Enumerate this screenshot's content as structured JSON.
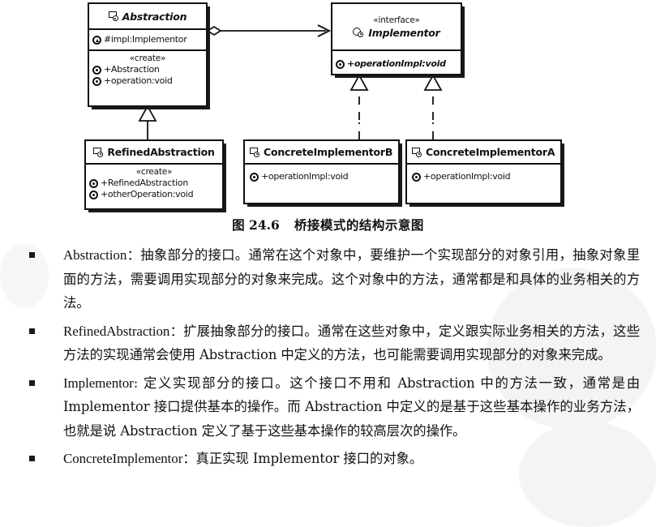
{
  "figure": {
    "caption_label": "图 24.6",
    "caption_text": "桥接模式的结构示意图"
  },
  "diagram": {
    "type": "uml-class-diagram",
    "classes": [
      {
        "id": "abstraction",
        "name": "Abstraction",
        "stereotype": "",
        "icon": "class-icon",
        "italic_title": true,
        "attributes": [
          {
            "visibility": "#",
            "text": "#impl:Implementor",
            "icon": "protected-member-icon"
          }
        ],
        "operations_stereotype": "«create»",
        "operations": [
          {
            "text": "+Abstraction",
            "icon": "public-member-icon"
          },
          {
            "text": "+operation:void",
            "icon": "public-member-icon"
          }
        ]
      },
      {
        "id": "implementor",
        "name": "Implementor",
        "stereotype": "«interface»",
        "icon": "interface-icon",
        "italic_title": true,
        "attributes": [],
        "operations_stereotype": "",
        "operations": [
          {
            "text": "+operationImpl:void",
            "icon": "public-member-icon",
            "italic": true
          }
        ]
      },
      {
        "id": "refined-abstraction",
        "name": "RefinedAbstraction",
        "stereotype": "",
        "icon": "class-icon",
        "italic_title": false,
        "attributes": [],
        "operations_stereotype": "«create»",
        "operations": [
          {
            "text": "+RefinedAbstraction",
            "icon": "public-member-icon"
          },
          {
            "text": "+otherOperation:void",
            "icon": "public-member-icon"
          }
        ]
      },
      {
        "id": "concrete-implementor-b",
        "name": "ConcreteImplementorB",
        "stereotype": "",
        "icon": "class-icon",
        "italic_title": false,
        "attributes": [],
        "operations_stereotype": "",
        "operations": [
          {
            "text": "+operationImpl:void",
            "icon": "public-member-icon"
          }
        ]
      },
      {
        "id": "concrete-implementor-a",
        "name": "ConcreteImplementorA",
        "stereotype": "",
        "icon": "class-icon",
        "italic_title": false,
        "attributes": [],
        "operations_stereotype": "",
        "operations": [
          {
            "text": "+operationImpl:void",
            "icon": "public-member-icon"
          }
        ]
      }
    ],
    "relations": [
      {
        "kind": "aggregation",
        "from": "abstraction",
        "to": "implementor"
      },
      {
        "kind": "generalization",
        "from": "refined-abstraction",
        "to": "abstraction"
      },
      {
        "kind": "realization",
        "from": "concrete-implementor-b",
        "to": "implementor"
      },
      {
        "kind": "realization",
        "from": "concrete-implementor-a",
        "to": "implementor"
      }
    ]
  },
  "bullets": [
    {
      "term": "Abstraction",
      "body": "：抽象部分的接口。通常在这个对象中，要维护一个实现部分的对象引用，抽象对象里面的方法，需要调用实现部分的对象来完成。这个对象中的方法，通常都是和具体的业务相关的方法。"
    },
    {
      "term": "RefinedAbstraction",
      "body": "：扩展抽象部分的接口。通常在这些对象中，定义跟实际业务相关的方法，这些方法的实现通常会使用 Abstraction 中定义的方法，也可能需要调用实现部分的对象来完成。"
    },
    {
      "term": "Implementor",
      "body": ": 定义实现部分的接口。这个接口不用和 Abstraction 中的方法一致，通常是由 Implementor 接口提供基本的操作。而 Abstraction 中定义的是基于这些基本操作的业务方法，也就是说 Abstraction 定义了基于这些基本操作的较高层次的操作。"
    },
    {
      "term": "ConcreteImplementor",
      "body": "：真正实现 Implementor 接口的对象。"
    }
  ],
  "colors": {
    "ink": "#111111",
    "page": "#ffffff"
  }
}
